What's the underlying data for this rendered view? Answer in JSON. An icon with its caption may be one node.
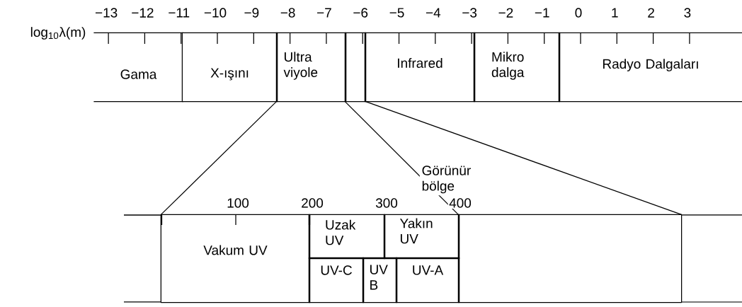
{
  "diagram": {
    "nodes": [
      {
        "text": [
          "Gama"
        ]
      },
      {
        "text": [
          "X-ışını"
        ]
      },
      {
        "text": [
          "Ultra viyole"
        ]
      },
      {
        "text": [],
        "shape": "box"
      },
      {
        "text": [
          "Infrared"
        ]
      },
      {
        "text": [
          "Mikro dalga"
        ]
      },
      {
        "text": [
          "Radyo Dalgaları"
        ]
      },
      {
        "text": [
          "Vakum UV"
        ]
      },
      {
        "text": [
          "Uzak UV"
        ]
      },
      {
        "text": [
          "Yakın UV"
        ]
      },
      {
        "text": [
          "UV-C"
        ]
      },
      {
        "text": [
          "UV B"
        ]
      },
      {
        "text": [
          "UV-A"
        ]
      },
      {
        "text": [],
        "shape": "box"
      }
    ],
    "edges": [
      {
        "from": 2,
        "to": 7,
        "arrow": "none"
      },
      {
        "from": 3,
        "to": 13,
        "arrow": "none",
        "label": "Görünür bölge"
      },
      {
        "from": 3,
        "to": 13,
        "arrow": "none"
      }
    ],
    "labels": [
      "log$_{10}$λ(m)",
      "−13",
      "−12",
      "−11",
      "−10",
      "−9",
      "−8",
      "−7",
      "−6",
      "−5",
      "−4",
      "−3",
      "−2",
      "−1",
      "0",
      "1",
      "2",
      "3",
      "100",
      "200",
      "300",
      "400"
    ]
  }
}
